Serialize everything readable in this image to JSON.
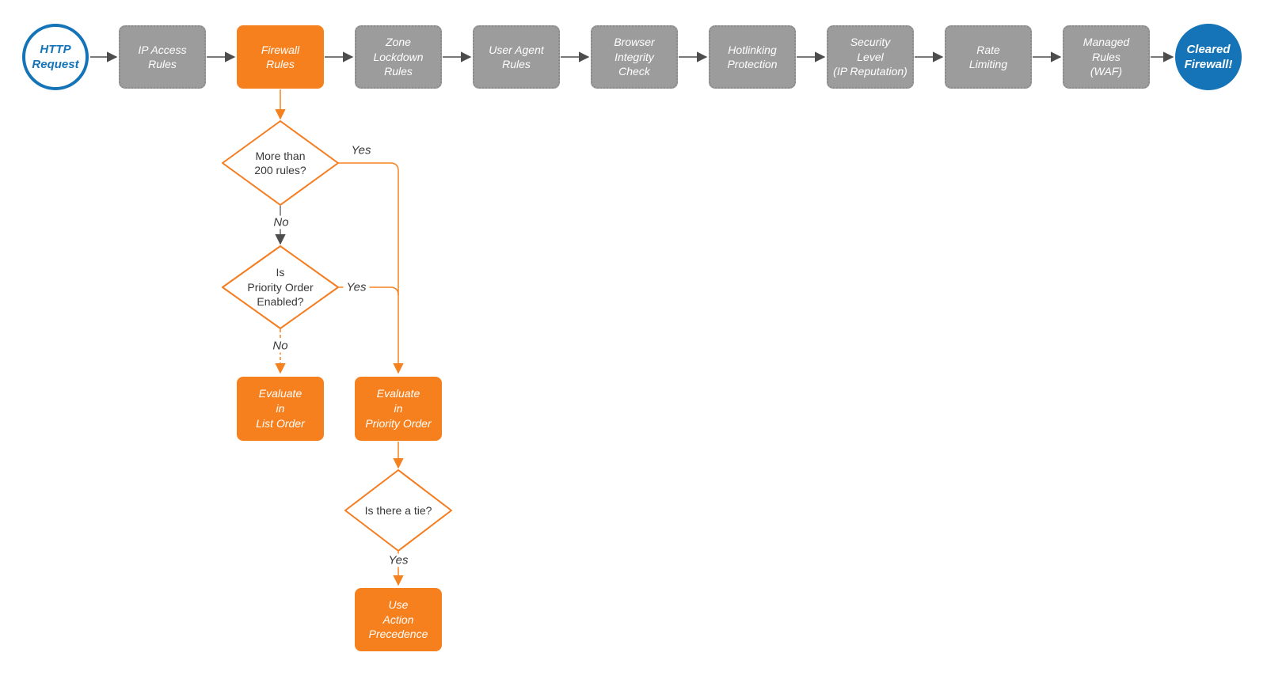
{
  "diagram": {
    "start": {
      "label": "HTTP\nRequest"
    },
    "end": {
      "label": "Cleared\nFirewall!"
    },
    "stages": [
      {
        "label": "IP Access\nRules",
        "style": "gray"
      },
      {
        "label": "Firewall\nRules",
        "style": "orange"
      },
      {
        "label": "Zone\nLockdown\nRules",
        "style": "gray"
      },
      {
        "label": "User Agent\nRules",
        "style": "gray"
      },
      {
        "label": "Browser\nIntegrity\nCheck",
        "style": "gray"
      },
      {
        "label": "Hotlinking\nProtection",
        "style": "gray"
      },
      {
        "label": "Security\nLevel\n(IP Reputation)",
        "style": "gray"
      },
      {
        "label": "Rate\nLimiting",
        "style": "gray"
      },
      {
        "label": "Managed\nRules\n(WAF)",
        "style": "gray"
      }
    ],
    "decisions": [
      {
        "label": "More than\n200 rules?"
      },
      {
        "label": "Is\nPriority Order\nEnabled?"
      },
      {
        "label": "Is there a tie?"
      }
    ],
    "actions": [
      {
        "label": "Evaluate\nin\nList Order"
      },
      {
        "label": "Evaluate\nin\nPriority Order"
      },
      {
        "label": "Use\nAction\nPrecedence"
      }
    ],
    "edge_labels": {
      "d1_yes": "Yes",
      "d1_no": "No",
      "d2_yes": "Yes",
      "d2_no": "No",
      "d3_yes": "Yes"
    },
    "colors": {
      "orange_fill": "#F7801E",
      "orange_line": "#F58220",
      "blue": "#1574B8",
      "gray_fill": "#9C9C9C",
      "dark_line": "#4D4D4D",
      "white": "#FFFFFF"
    }
  }
}
